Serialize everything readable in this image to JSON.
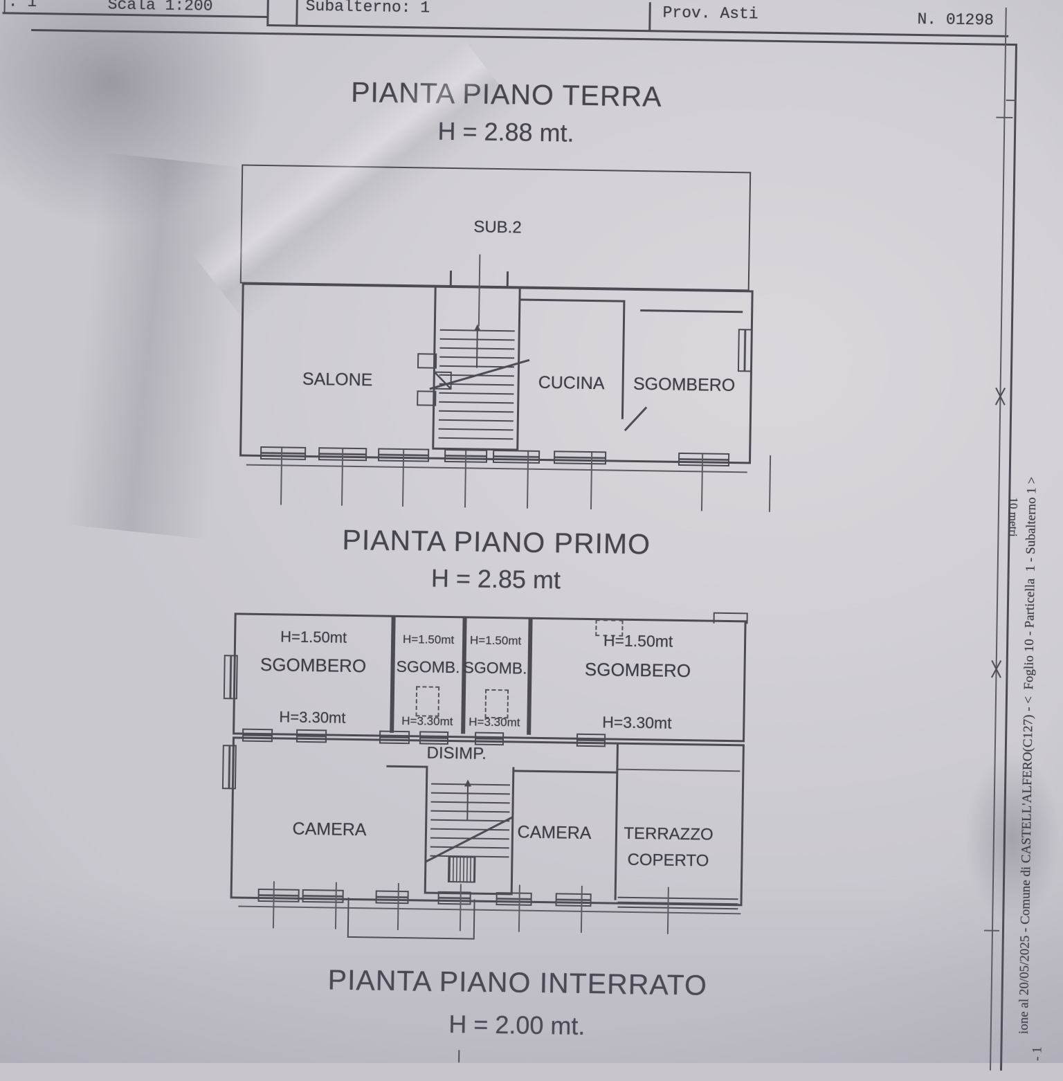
{
  "palette": {
    "paper": "#d3d1d7",
    "line": "#4c4b54",
    "text": "#3d3c45"
  },
  "header": {
    "partial_left": ". 1",
    "scala": "Scala 1:200",
    "subalterno": "Subalterno: 1",
    "prov": "Prov. Asti",
    "numero": "N. 01298"
  },
  "floors": {
    "terra": {
      "title": "PIANTA PIANO TERRA",
      "height": "H = 2.88 mt.",
      "sub_label": "SUB.2",
      "rooms": {
        "salone": "SALONE",
        "cucina": "CUCINA",
        "sgombero": "SGOMBERO"
      }
    },
    "primo": {
      "title": "PIANTA PIANO PRIMO",
      "height": "H = 2.85 mt",
      "rooms_top": [
        {
          "h_top": "H=1.50mt",
          "name": "SGOMBERO",
          "h_bottom": "H=3.30mt"
        },
        {
          "h_top": "H=1.50mt",
          "name": "SGOMB.",
          "h_bottom": "H=3.30mt"
        },
        {
          "h_top": "H=1.50mt",
          "name": "SGOMB.",
          "h_bottom": "H=3.30mt"
        },
        {
          "h_top": "H=1.50mt",
          "name": "SGOMBERO",
          "h_bottom": "H=3.30mt"
        }
      ],
      "disimp": "DISIMP.",
      "camera_left": "CAMERA",
      "camera_right": "CAMERA",
      "terrazzo_line1": "TERRAZZO",
      "terrazzo_line2": "COPERTO"
    },
    "interrato": {
      "title": "PIANTA PIANO INTERRATO",
      "height": "H = 2.00 mt."
    }
  },
  "margin": {
    "vertical_text": "ione al 20/05/2025 - Comune di CASTELL'ALFERO(C127) - <  Foglio 10 - Particella  1 - Subalterno 1 >",
    "scale_ruler_label": "10 metri",
    "corner_fragment": "- 1"
  }
}
